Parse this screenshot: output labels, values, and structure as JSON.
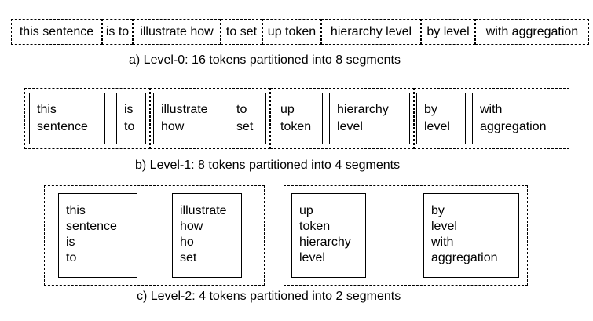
{
  "level0": {
    "segments": [
      "this sentence",
      "is to",
      "illustrate how",
      "to set",
      "up token",
      "hierarchy level",
      "by level",
      "with aggregation"
    ],
    "caption": "a)  Level-0:  16 tokens partitioned into 8 segments"
  },
  "level1": {
    "tokens": [
      [
        "this",
        "sentence"
      ],
      [
        "is",
        "to"
      ],
      [
        "illustrate",
        "how"
      ],
      [
        "to",
        "set"
      ],
      [
        "up",
        "token"
      ],
      [
        "hierarchy",
        "level"
      ],
      [
        "by",
        "level"
      ],
      [
        "with",
        "aggregation"
      ]
    ],
    "caption": "b)  Level-1:  8 tokens partitioned into 4 segments"
  },
  "level2": {
    "tokens": [
      [
        "this",
        "sentence",
        "is",
        "to"
      ],
      [
        "illustrate",
        "how",
        "ho",
        "set"
      ],
      [
        "up",
        "token",
        "hierarchy",
        "level"
      ],
      [
        "by",
        "level",
        "with",
        "aggregation"
      ]
    ],
    "caption": "c)  Level-2:  4 tokens partitioned into 2 segments"
  }
}
